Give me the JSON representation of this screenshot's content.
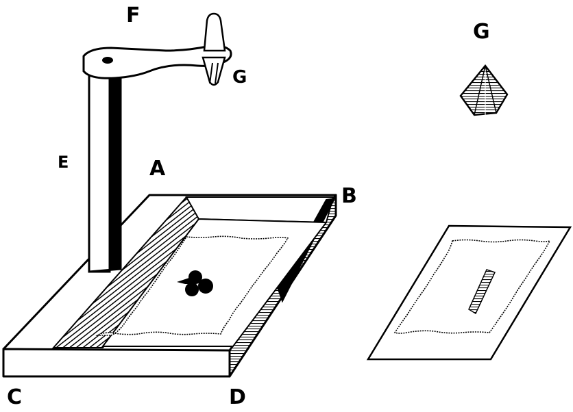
{
  "figure": {
    "labels": {
      "a": "A",
      "b": "B",
      "c": "C",
      "d": "D",
      "e": "E",
      "f": "F",
      "g_arm": "G",
      "g_detached": "G"
    },
    "colors": {
      "ink": "#000000",
      "paper": "#ffffff"
    }
  }
}
